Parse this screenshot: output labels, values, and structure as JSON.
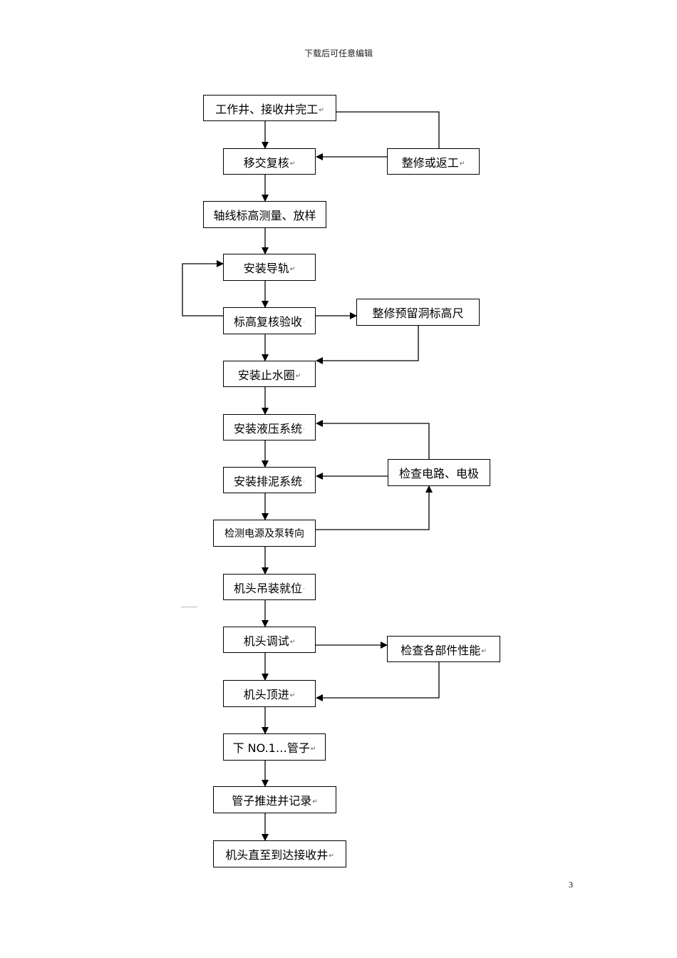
{
  "header": "下载后可任意编辑",
  "page_number": "3",
  "nodes": {
    "n1": "工作井、接收井完工",
    "n_rework": "整修或返工",
    "n2": "移交复核",
    "n3": "轴线标高测量、放样",
    "n4": "安装导轨",
    "n5": "标高复核验收",
    "n_fix": "整修预留洞标高尺",
    "n6": "安装止水圈",
    "n7": "安装液压系统",
    "n8": "安装排泥系统",
    "n_check": "检查电路、电极",
    "n9": "检测电源及泵转向",
    "n10": "机头吊装就位",
    "n11": "机头调试",
    "n_parts": "检查各部件性能",
    "n12": "机头顶进",
    "n13": "下 NO.1…管子",
    "n14": "管子推进并记录",
    "n15": "机头直至到达接收井"
  }
}
